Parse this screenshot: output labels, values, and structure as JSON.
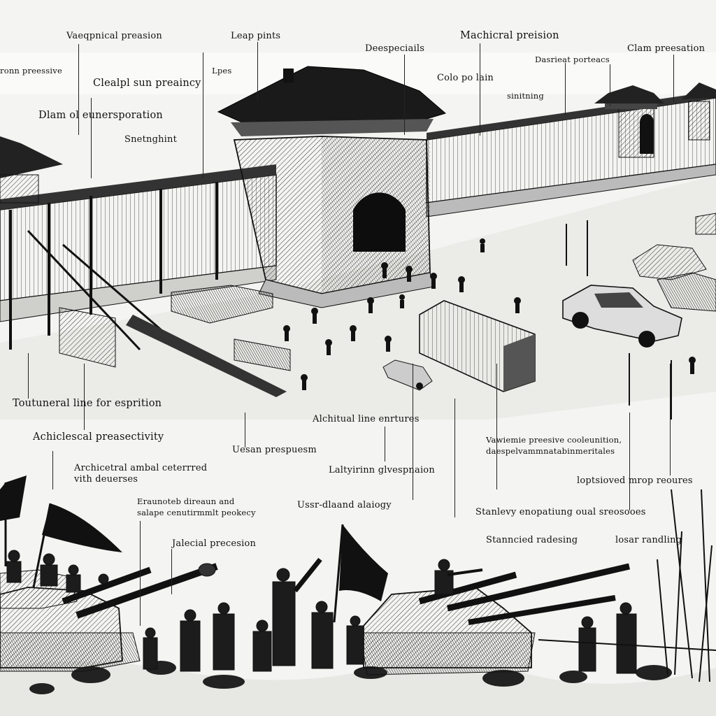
{
  "labels": {
    "l1": "Vaeqpnical preasion",
    "l2": "Leap pints",
    "l3": "Deespeciails",
    "l4": "Machicral preision",
    "l5": "Clam preesation",
    "l6": "ronn preessive",
    "l7": "Clealpl sun preaincy",
    "l8": "Lpes",
    "l9": "Colo po lain",
    "l10": "Dasrieat porteacs",
    "l11": "sinitning",
    "l12": "Dlam ol eunersporation",
    "l13": "Snetnghint",
    "l14": "Toutuneral line for esprition",
    "l15": "Alchitual line enrtures",
    "l16": "Achiclescal preasectivity",
    "l17": "Uesan prespuesm",
    "l18": "Archicetral ambal ceterrred",
    "l18b": "vith deuerses",
    "l19": "Laltyirinn glvespnaion",
    "l20": "Vawiemie preesive cooleunition,",
    "l20b": "daespelvammnatabinmeritales",
    "l21": "Eraunoteb direaun and",
    "l21b": "salape cenutirmmlt peokecy",
    "l22": "Ussr-dlaand alaiogy",
    "l23": "Stanlevy enopatiung oual sreosooes",
    "l24": "loptsioved mrop reoures",
    "l25": "Jalecial precesion",
    "l26": "Stanncied radesing",
    "l27": "losar randling"
  },
  "palette": {
    "ink": "#111111",
    "paper": "#f4f4f2",
    "wash": "#d8d8d4"
  }
}
